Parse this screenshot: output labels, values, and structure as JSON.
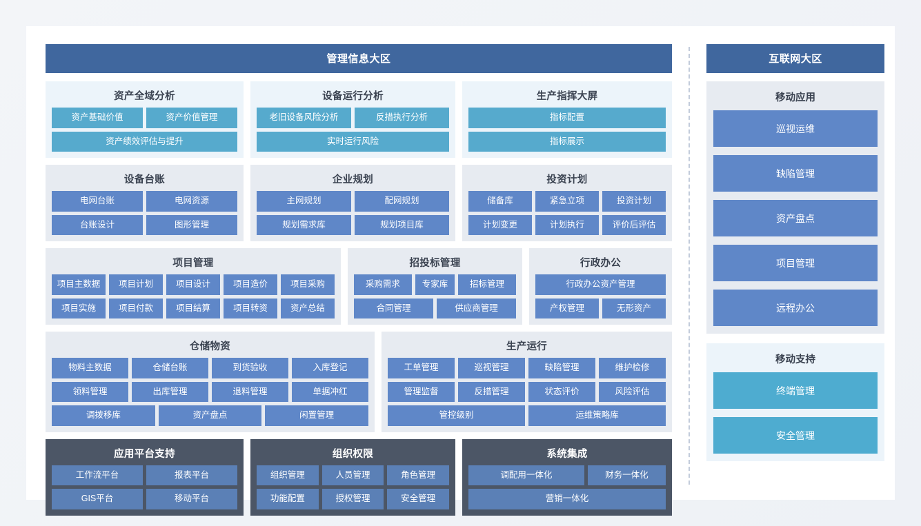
{
  "left": {
    "banner": "管理信息大区",
    "groups": [
      {
        "name": "资产全域分析",
        "theme": "teal",
        "rows": [
          [
            {
              "label": "资产基础价值"
            },
            {
              "label": "资产价值管理"
            }
          ],
          [
            {
              "label": "资产绩效评估与提升"
            }
          ]
        ]
      },
      {
        "name": "设备运行分析",
        "theme": "teal",
        "rows": [
          [
            {
              "label": "老旧设备风险分析"
            },
            {
              "label": "反措执行分析"
            }
          ],
          [
            {
              "label": "实时运行风险"
            }
          ]
        ]
      },
      {
        "name": "生产指挥大屏",
        "theme": "teal",
        "rows": [
          [
            {
              "label": "指标配置"
            }
          ],
          [
            {
              "label": "指标展示"
            }
          ]
        ]
      },
      {
        "name": "设备台账",
        "theme": "gray",
        "rows": [
          [
            {
              "label": "电网台账"
            },
            {
              "label": "电网资源"
            }
          ],
          [
            {
              "label": "台账设计"
            },
            {
              "label": "图形管理"
            }
          ]
        ]
      },
      {
        "name": "企业规划",
        "theme": "gray",
        "rows": [
          [
            {
              "label": "主网规划"
            },
            {
              "label": "配网规划"
            }
          ],
          [
            {
              "label": "规划需求库"
            },
            {
              "label": "规划项目库"
            }
          ]
        ]
      },
      {
        "name": "投资计划",
        "theme": "gray",
        "rows": [
          [
            {
              "label": "储备库"
            },
            {
              "label": "紧急立项"
            },
            {
              "label": "投资计划"
            }
          ],
          [
            {
              "label": "计划变更"
            },
            {
              "label": "计划执行"
            },
            {
              "label": "评价后评估"
            }
          ]
        ]
      },
      {
        "name": "项目管理",
        "theme": "gray",
        "rows": [
          [
            {
              "label": "项目主数据"
            },
            {
              "label": "项目计划"
            },
            {
              "label": "项目设计"
            },
            {
              "label": "项目造价"
            },
            {
              "label": "项目采购"
            }
          ],
          [
            {
              "label": "项目实施"
            },
            {
              "label": "项目付款"
            },
            {
              "label": "项目结算"
            },
            {
              "label": "项目转资"
            },
            {
              "label": "资产总结"
            }
          ]
        ]
      },
      {
        "name": "招投标管理",
        "theme": "gray",
        "rows": [
          [
            {
              "label": "采购需求"
            },
            {
              "label": "专家库"
            },
            {
              "label": "招标管理"
            }
          ],
          [
            {
              "label": "合同管理"
            },
            {
              "label": "供应商管理"
            }
          ]
        ]
      },
      {
        "name": "行政办公",
        "theme": "gray",
        "rows": [
          [
            {
              "label": "行政办公资产管理"
            }
          ],
          [
            {
              "label": "产权管理"
            },
            {
              "label": "无形资产"
            }
          ]
        ]
      },
      {
        "name": "仓储物资",
        "theme": "gray",
        "rows": [
          [
            {
              "label": "物料主数据"
            },
            {
              "label": "仓储台账"
            },
            {
              "label": "到货验收"
            },
            {
              "label": "入库登记"
            }
          ],
          [
            {
              "label": "领料管理"
            },
            {
              "label": "出库管理"
            },
            {
              "label": "退料管理"
            },
            {
              "label": "单据冲红"
            }
          ],
          [
            {
              "label": "调拨移库"
            },
            {
              "label": "资产盘点"
            },
            {
              "label": "闲置管理"
            }
          ]
        ]
      },
      {
        "name": "生产运行",
        "theme": "gray",
        "rows": [
          [
            {
              "label": "工单管理"
            },
            {
              "label": "巡视管理"
            },
            {
              "label": "缺陷管理"
            },
            {
              "label": "维护检修"
            }
          ],
          [
            {
              "label": "管理监督"
            },
            {
              "label": "反措管理"
            },
            {
              "label": "状态评价"
            },
            {
              "label": "风险评估"
            }
          ],
          [
            {
              "label": "管控级别"
            },
            {
              "label": "运维策略库"
            }
          ]
        ]
      },
      {
        "name": "应用平台支持",
        "theme": "dark",
        "rows": [
          [
            {
              "label": "工作流平台"
            },
            {
              "label": "报表平台"
            }
          ],
          [
            {
              "label": "GIS平台"
            },
            {
              "label": "移动平台"
            }
          ]
        ]
      },
      {
        "name": "组织权限",
        "theme": "dark",
        "rows": [
          [
            {
              "label": "组织管理"
            },
            {
              "label": "人员管理"
            },
            {
              "label": "角色管理"
            }
          ],
          [
            {
              "label": "功能配置"
            },
            {
              "label": "授权管理"
            },
            {
              "label": "安全管理"
            }
          ]
        ]
      },
      {
        "name": "系统集成",
        "theme": "dark",
        "rows": [
          [
            {
              "label": "调配用一体化"
            },
            {
              "label": "财务一体化"
            }
          ],
          [
            {
              "label": "营销一体化"
            }
          ]
        ]
      }
    ]
  },
  "right": {
    "banner": "互联网大区",
    "groups": [
      {
        "name": "移动应用",
        "theme": "gray",
        "items": [
          "巡视运维",
          "缺陷管理",
          "资产盘点",
          "项目管理",
          "远程办公"
        ]
      },
      {
        "name": "移动支持",
        "theme": "teal",
        "items": [
          "终端管理",
          "安全管理"
        ]
      }
    ]
  },
  "colors": {
    "banner": "#40679e",
    "teal_card": "#ecf4fa",
    "teal_tile": "#56aacd",
    "gray_card": "#e7ebf1",
    "gray_tile": "#5f87c8",
    "dark_card": "#4c5666",
    "dark_tile": "#5b80b6",
    "page_bg": "#ffffff"
  }
}
